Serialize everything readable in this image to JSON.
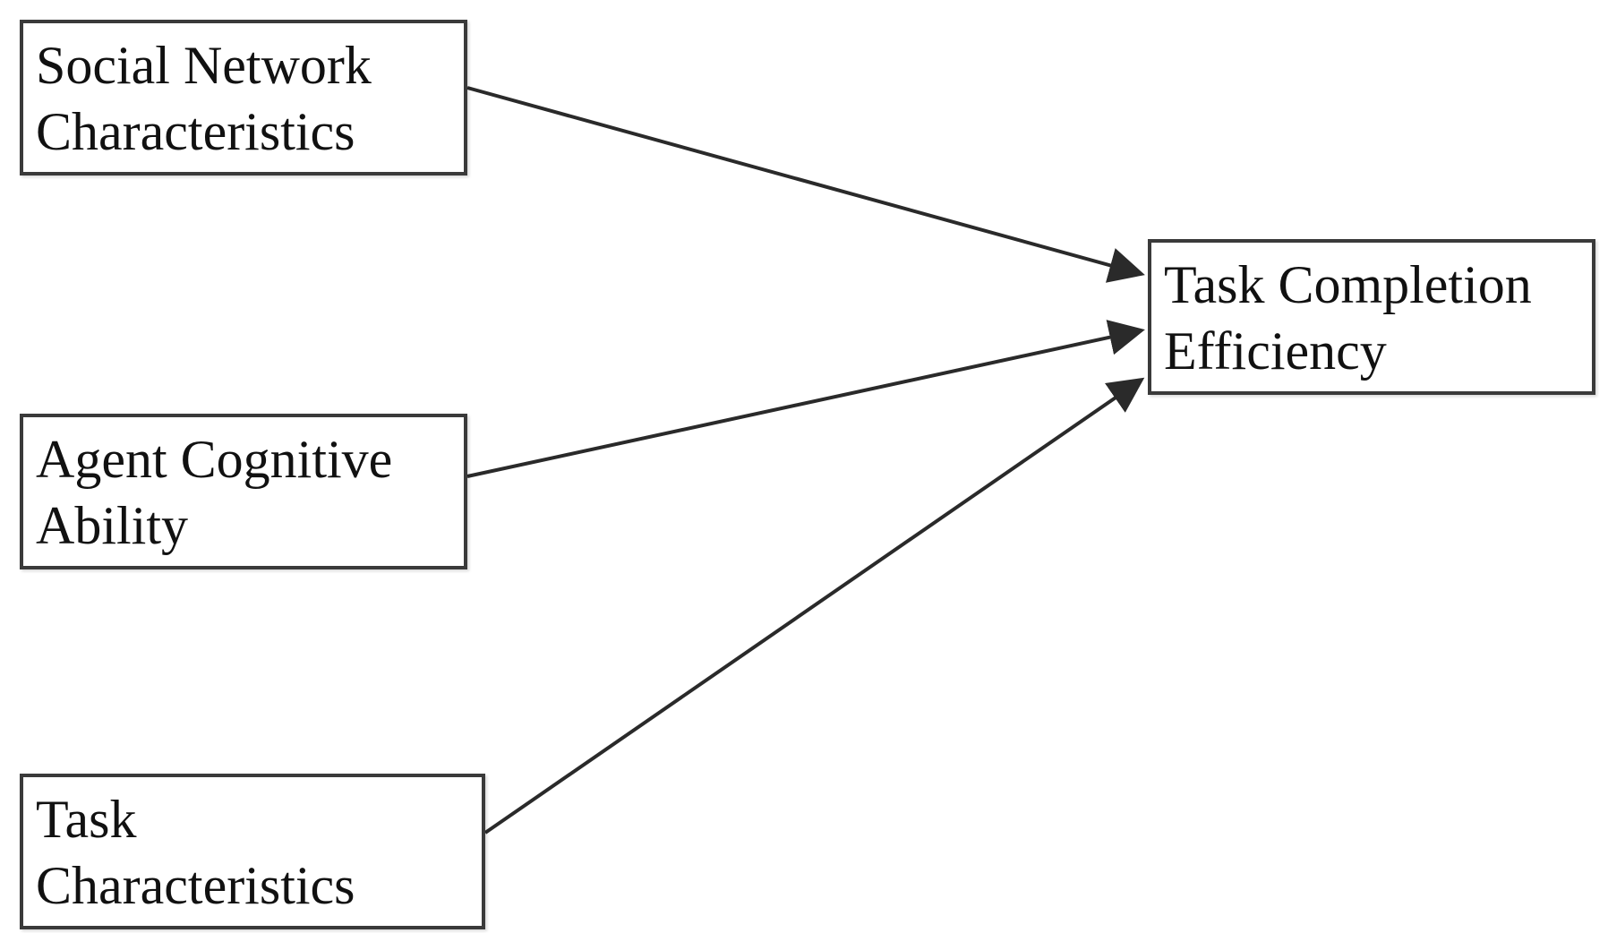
{
  "diagram": {
    "nodes": {
      "social": {
        "line1": "Social Network",
        "line2": "Characteristics"
      },
      "agent": {
        "line1": "Agent Cognitive",
        "line2": "Ability"
      },
      "task": {
        "line1": "Task",
        "line2": "Characteristics"
      },
      "outcome": {
        "line1": "Task Completion",
        "line2": "Efficiency"
      }
    },
    "edges": [
      {
        "from": "social",
        "to": "outcome"
      },
      {
        "from": "agent",
        "to": "outcome"
      },
      {
        "from": "task",
        "to": "outcome"
      }
    ],
    "colors": {
      "line": "#2a2a2a",
      "border": "#3a3a3a",
      "text": "#111111"
    }
  }
}
